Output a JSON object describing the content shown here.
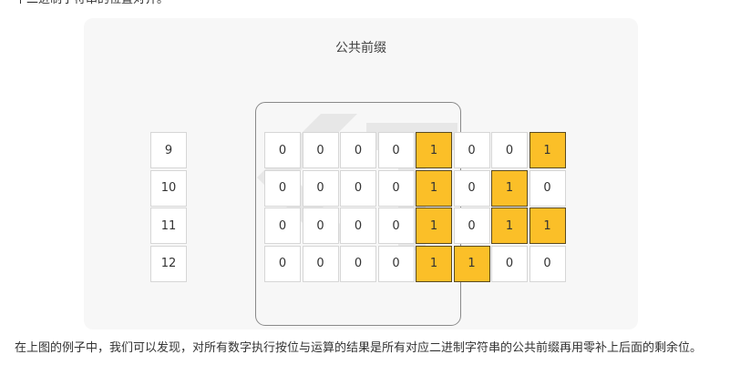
{
  "top_text": "个二进制字符串的位置对齐。",
  "figure": {
    "title": "公共前缀",
    "labels": [
      "9",
      "10",
      "11",
      "12"
    ],
    "rows": [
      [
        "0",
        "0",
        "0",
        "0",
        "1",
        "0",
        "0",
        "1"
      ],
      [
        "0",
        "0",
        "0",
        "0",
        "1",
        "0",
        "1",
        "0"
      ],
      [
        "0",
        "0",
        "0",
        "0",
        "1",
        "0",
        "1",
        "1"
      ],
      [
        "0",
        "0",
        "0",
        "0",
        "1",
        "1",
        "0",
        "0"
      ]
    ],
    "highlight_color": "#fbbf28"
  },
  "bottom_text": "在上图的例子中，我们可以发现，对所有数字执行按位与运算的结果是所有对应二进制字符串的公共前缀再用零补上后面的剩余位。"
}
